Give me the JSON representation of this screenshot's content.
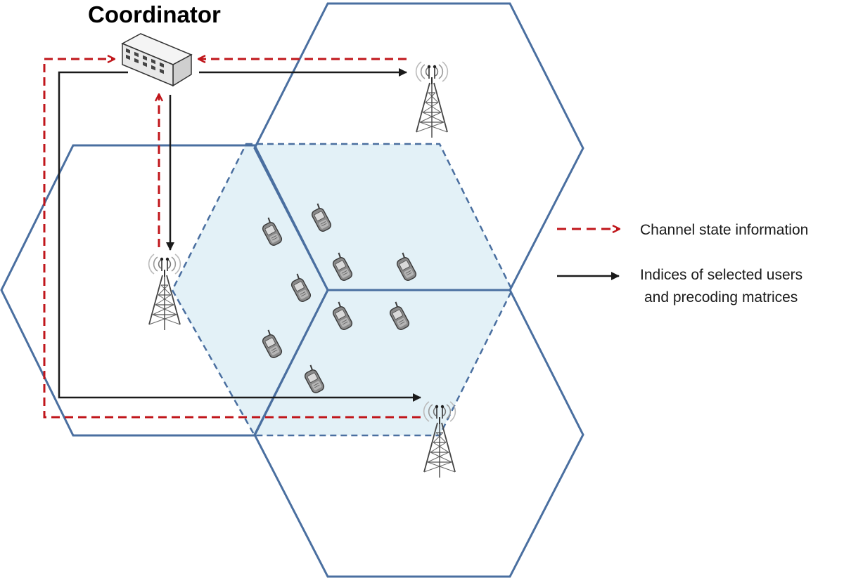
{
  "title": "Coordinator",
  "legend": {
    "items": [
      {
        "label": "Channel state information",
        "style": "dashed",
        "color": "#c0161b"
      },
      {
        "label": [
          "Indices of selected users",
          "and precoding matrices"
        ],
        "style": "solid",
        "color": "#1a1a1a"
      }
    ]
  },
  "icons": {
    "coordinator": "network-switch-icon",
    "base_station": "cell-tower-icon",
    "user": "mobile-phone-icon"
  },
  "counts": {
    "base_stations": 3,
    "users": 9
  },
  "colors": {
    "cell_border": "#4a6fa0",
    "cooperation_area_fill": "#e3f1f7",
    "csi_arrow": "#c0161b",
    "control_arrow": "#1a1a1a"
  }
}
